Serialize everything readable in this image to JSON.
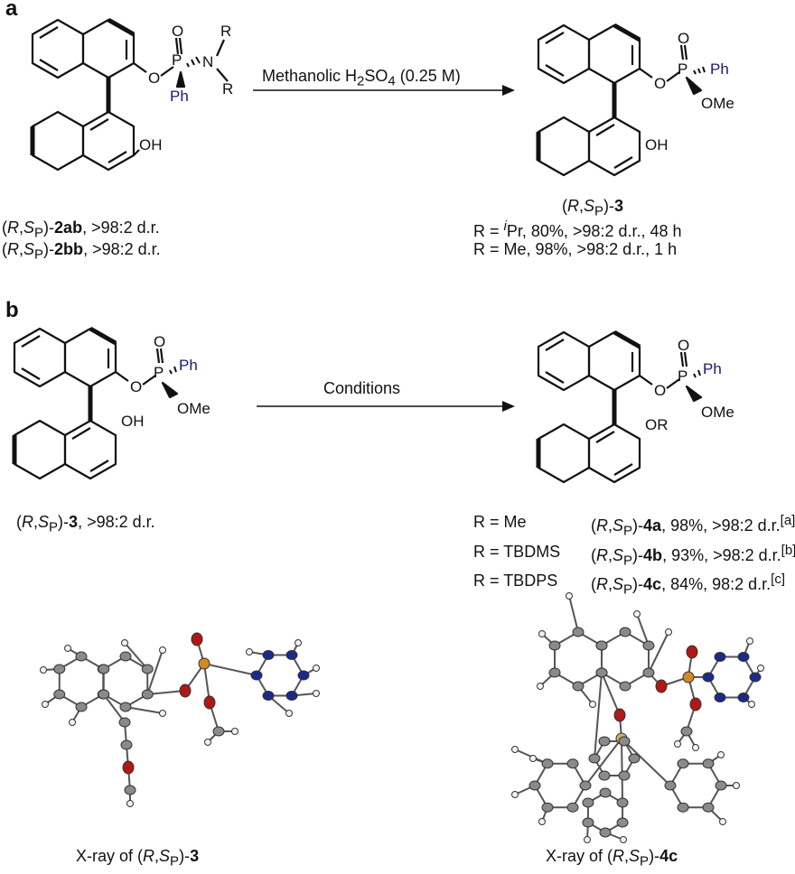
{
  "panels": {
    "a": {
      "letter": "a",
      "arrow_reagent": "Methanolic H2SO4 (0.25 M)",
      "reagent_parts": {
        "pre": "Methanolic H",
        "sub1": "2",
        "mid": "SO",
        "sub2": "4",
        "post": " (0.25 M)"
      },
      "start_labels": [
        {
          "cfg_pre": "(",
          "cfg_r": "R",
          "cfg_mid": ",",
          "cfg_s": "S",
          "cfg_sub": "P",
          "cfg_post": ")-",
          "compound": "2ab",
          "dr": ",  >98:2 d.r."
        },
        {
          "cfg_pre": "(",
          "cfg_r": "R",
          "cfg_mid": ",",
          "cfg_s": "S",
          "cfg_sub": "P",
          "cfg_post": ")-",
          "compound": "2bb",
          "dr": ",  >98:2 d.r."
        }
      ],
      "product_label": {
        "cfg_pre": "(",
        "cfg_r": "R",
        "cfg_mid": ",",
        "cfg_s": "S",
        "cfg_sub": "P",
        "cfg_post": ")-",
        "compound": "3"
      },
      "results": [
        {
          "r_pre": "R = ",
          "r_sup": "i",
          "r_val": "Pr",
          "text": ", 80%,  >98:2 d.r., 48 h"
        },
        {
          "r_pre": "R = ",
          "r_sup": "",
          "r_val": "Me",
          "text": ", 98%, >98:2 d.r., 1 h"
        }
      ],
      "atoms": {
        "O": "O",
        "P": "P",
        "N": "N",
        "R": "R",
        "Ph": "Ph",
        "OH": "OH",
        "OMe": "OMe"
      }
    },
    "b": {
      "letter": "b",
      "arrow_reagent": "Conditions",
      "start_label": {
        "cfg_pre": "(",
        "cfg_r": "R",
        "cfg_mid": ",",
        "cfg_s": "S",
        "cfg_sub": "P",
        "cfg_post": ")-",
        "compound": "3",
        "dr": ", >98:2 d.r."
      },
      "results": [
        {
          "r": "R = Me",
          "cfg": "(R,SP)-",
          "compound": "4a",
          "text": ", 98%, >98:2 d.r.",
          "note": "[a]"
        },
        {
          "r": "R = TBDMS",
          "cfg": "(R,SP)-",
          "compound": "4b",
          "text": ", 93%,  >98:2 d.r.",
          "note": "[b]"
        },
        {
          "r": "R = TBDPS",
          "cfg": "(R,SP)-",
          "compound": "4c",
          "text": ", 84%,  98:2 d.r.",
          "note": "[c]"
        }
      ],
      "atoms": {
        "O": "O",
        "P": "P",
        "Ph": "Ph",
        "OH": "OH",
        "OMe": "OMe",
        "OR": "OR"
      }
    }
  },
  "xray": [
    {
      "pre": "X-ray of (",
      "r": "R",
      "mid": ",",
      "s": "S",
      "sub": "P",
      "post": ")-",
      "compound": "3"
    },
    {
      "pre": "X-ray of (",
      "r": "R",
      "mid": ",",
      "s": "S",
      "sub": "P",
      "post": ")-",
      "compound": "4c"
    }
  ],
  "colors": {
    "ink": "#111111",
    "phenyl_label": "#1a1a6e",
    "atom_carbon": "#8a8a8a",
    "atom_phosphorus": "#d08a2a",
    "atom_oxygen": "#b01818",
    "atom_nitrogen": "#1b2a8a",
    "atom_silicon": "#c9b36a",
    "atom_hydrogen": "#f2f2f2"
  }
}
